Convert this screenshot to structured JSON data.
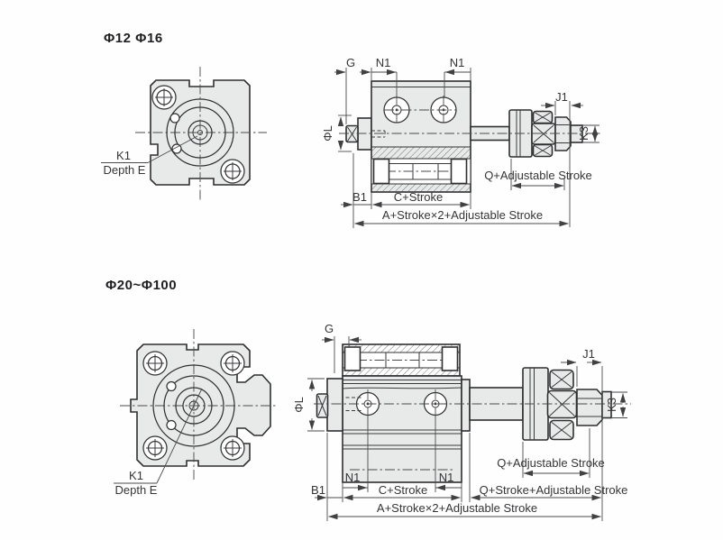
{
  "page": {
    "background": "#fefefe"
  },
  "colors": {
    "line": "#2f2f31",
    "dimension": "#4b4b4d",
    "metal_fill": "#e8e9e9",
    "white_fill": "#ffffff",
    "text": "#353537"
  },
  "fig1": {
    "title": "Φ12  Φ16",
    "front": {
      "k1": "K1",
      "depth_e": "Depth E"
    },
    "side": {
      "g": "G",
      "n1_left": "N1",
      "n1_right": "N1",
      "j1": "J1",
      "phi_l": "ΦL",
      "k3": "K3",
      "q_adjustable": "Q+Adjustable Stroke",
      "b1": "B1",
      "c_stroke": "C+Stroke",
      "a_total": "A+Stroke×2+Adjustable Stroke"
    }
  },
  "fig2": {
    "title": "Φ20~Φ100",
    "front": {
      "k1": "K1",
      "depth_e": "Depth E"
    },
    "side": {
      "g": "G",
      "n1_left": "N1",
      "n1_right": "N1",
      "j1": "J1",
      "phi_l": "ΦL",
      "k3": "K3",
      "q_adjustable": "Q+Adjustable Stroke",
      "q_stroke_adjustable": "Q+Stroke+Adjustable Stroke",
      "b1": "B1",
      "c_stroke": "C+Stroke",
      "a_total": "A+Stroke×2+Adjustable Stroke"
    }
  }
}
